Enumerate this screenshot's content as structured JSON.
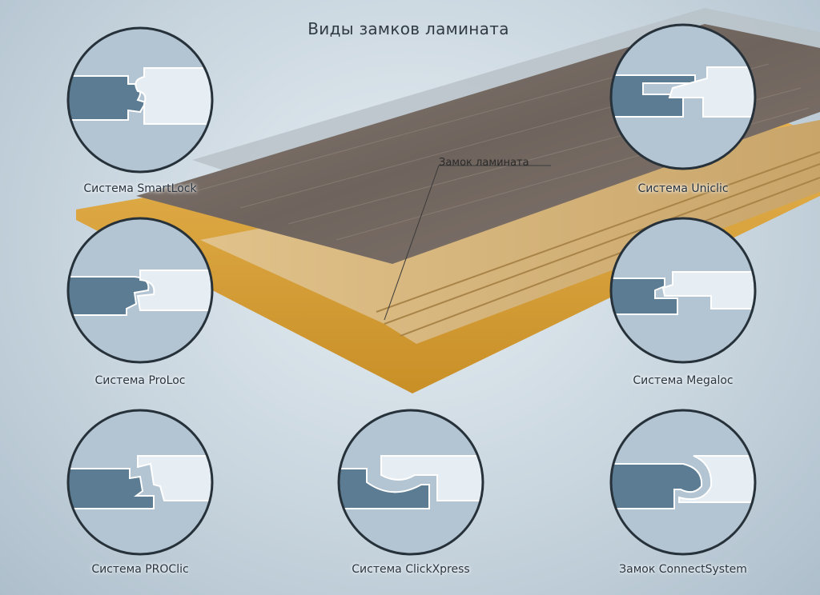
{
  "title": "Виды замков ламината",
  "callout": "Замок ламината",
  "locks": [
    {
      "id": "smartlock",
      "label": "Система SmartLock"
    },
    {
      "id": "uniclic",
      "label": "Система Uniclic"
    },
    {
      "id": "proloc",
      "label": "Система ProLoc"
    },
    {
      "id": "megaloc",
      "label": "Система Megaloc"
    },
    {
      "id": "proclic",
      "label": "Система PROClic"
    },
    {
      "id": "clickxpress",
      "label": "Система ClickXpress"
    },
    {
      "id": "connectsystem",
      "label": "Замок ConnectSystem"
    }
  ],
  "colors": {
    "dark_board": "#5b7c92",
    "light_board": "#e7eef3",
    "circle_bg": "#b3c4d2",
    "circle_border": "#26313a",
    "laminate_top": "#7d7068",
    "core_orange": "#d8a23a",
    "tongue_groove": "#c99a4d"
  }
}
